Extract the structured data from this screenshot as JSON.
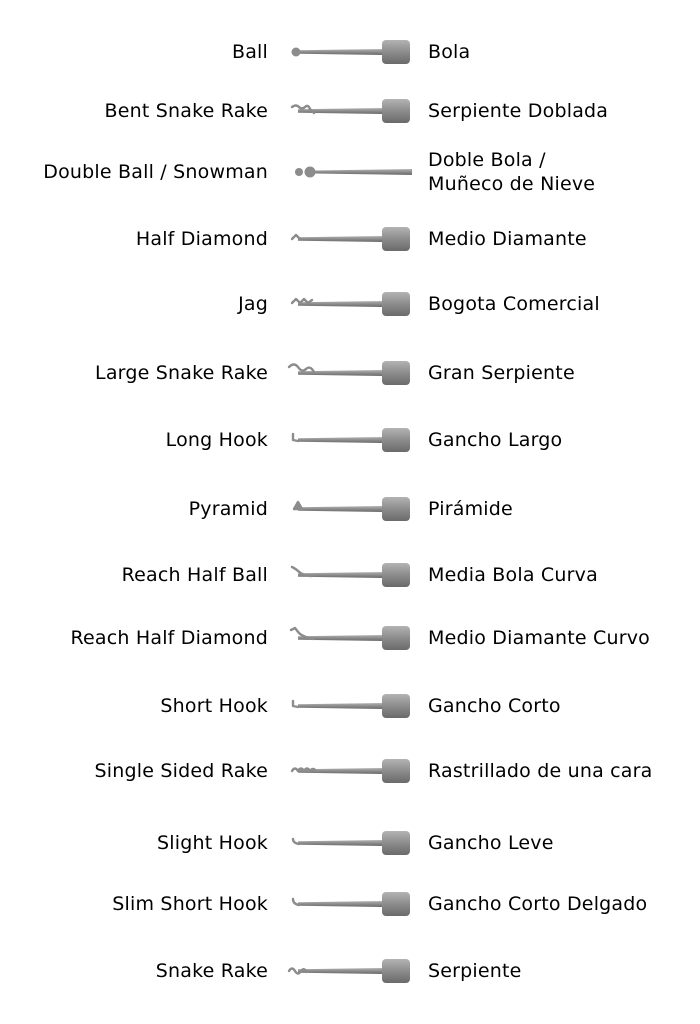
{
  "colors": {
    "background": "#ffffff",
    "text": "#000000",
    "metal_dark": "#6a6a6a",
    "metal_mid": "#8c8c8c",
    "metal_light": "#b3b3b3"
  },
  "picks": [
    {
      "en": "Ball",
      "es": [
        "Bola"
      ],
      "tip": "ball-tip"
    },
    {
      "en": "Bent Snake Rake",
      "es": [
        "Serpiente Doblada"
      ],
      "tip": "bent-snake-tip"
    },
    {
      "en": "Double Ball / Snowman",
      "es": [
        "Doble Bola /",
        "Muñeco de Nieve"
      ],
      "tip": "double-ball-tip"
    },
    {
      "en": "Half Diamond",
      "es": [
        "Medio Diamante"
      ],
      "tip": "half-diamond-tip"
    },
    {
      "en": "Jag",
      "es": [
        "Bogota Comercial"
      ],
      "tip": "jag-tip"
    },
    {
      "en": "Large Snake Rake",
      "es": [
        "Gran Serpiente"
      ],
      "tip": "large-snake-tip"
    },
    {
      "en": "Long Hook",
      "es": [
        "Gancho Largo"
      ],
      "tip": "long-hook-tip"
    },
    {
      "en": "Pyramid",
      "es": [
        "Pirámide"
      ],
      "tip": "pyramid-tip"
    },
    {
      "en": "Reach Half Ball",
      "es": [
        "Media Bola Curva"
      ],
      "tip": "reach-half-ball-tip"
    },
    {
      "en": "Reach Half Diamond",
      "es": [
        "Medio Diamante Curvo"
      ],
      "tip": "reach-half-diamond-tip"
    },
    {
      "en": "Short Hook",
      "es": [
        "Gancho Corto"
      ],
      "tip": "short-hook-tip"
    },
    {
      "en": "Single Sided Rake",
      "es": [
        "Rastrillado de una cara"
      ],
      "tip": "single-sided-rake-tip"
    },
    {
      "en": "Slight Hook",
      "es": [
        "Gancho Leve"
      ],
      "tip": "slight-hook-tip"
    },
    {
      "en": "Slim Short Hook",
      "es": [
        "Gancho Corto Delgado"
      ],
      "tip": "slim-short-hook-tip"
    },
    {
      "en": "Snake Rake",
      "es": [
        "Serpiente"
      ],
      "tip": "snake-rake-tip"
    }
  ]
}
